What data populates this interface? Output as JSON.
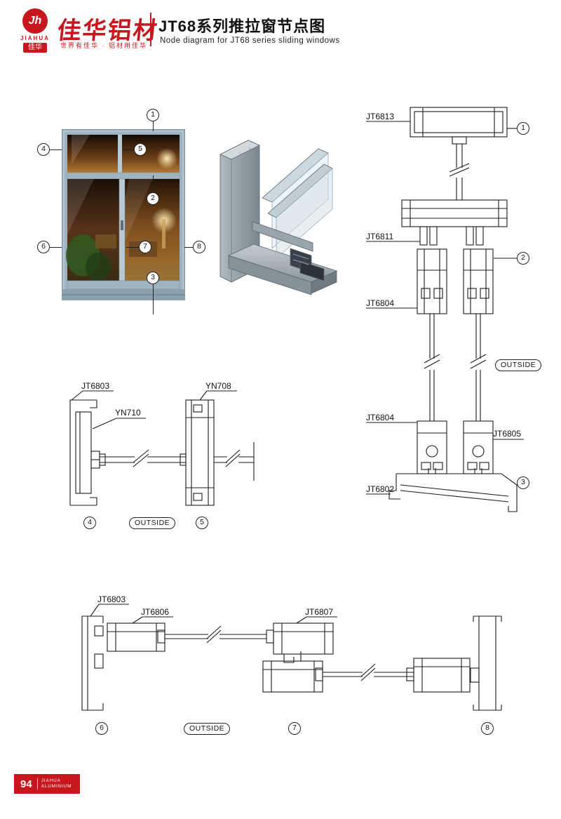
{
  "header": {
    "logo_monogram": "Jh",
    "logo_name": "JIAHUA",
    "logo_badge": "佳华",
    "brand": "佳华铝材",
    "tagline": "世界有佳华 · 铝材用佳华",
    "title": "JT68系列推拉窗节点图",
    "subtitle": "Node diagram for JT68 series sliding windows"
  },
  "window_photo": {
    "callouts": {
      "c1": "1",
      "c2": "2",
      "c3": "3",
      "c4": "4",
      "c5": "5",
      "c6": "6",
      "c7": "7",
      "c8": "8"
    }
  },
  "vertical_section": {
    "labels": {
      "top_frame": "JT6813",
      "mid_frame": "JT6811",
      "sash_top": "JT6804",
      "sash_bottom": "JT6804",
      "carriage": "JT6805",
      "sill": "JT6802"
    },
    "outside_label": "OUTSIDE",
    "callouts": {
      "c1": "1",
      "c2": "2",
      "c3": "3"
    }
  },
  "side_section": {
    "labels": {
      "jamb": "JT6803",
      "insert": "YN710",
      "mullion": "YN708"
    },
    "outside_label": "OUTSIDE",
    "callouts": {
      "c4": "4",
      "c5": "5"
    }
  },
  "bottom_section": {
    "labels": {
      "jamb": "JT6803",
      "sash_left": "JT6806",
      "sash_mid": "JT6807"
    },
    "outside_label": "OUTSIDE",
    "callouts": {
      "c6": "6",
      "c7": "7",
      "c8": "8"
    }
  },
  "footer": {
    "page_number": "94",
    "brand_line1": "JIAHUA",
    "brand_line2": "ALUMINIUM"
  },
  "colors": {
    "brand_red": "#c8161e",
    "frame_gray": "#9fb4c0",
    "line_color": "#1c1c1c"
  }
}
